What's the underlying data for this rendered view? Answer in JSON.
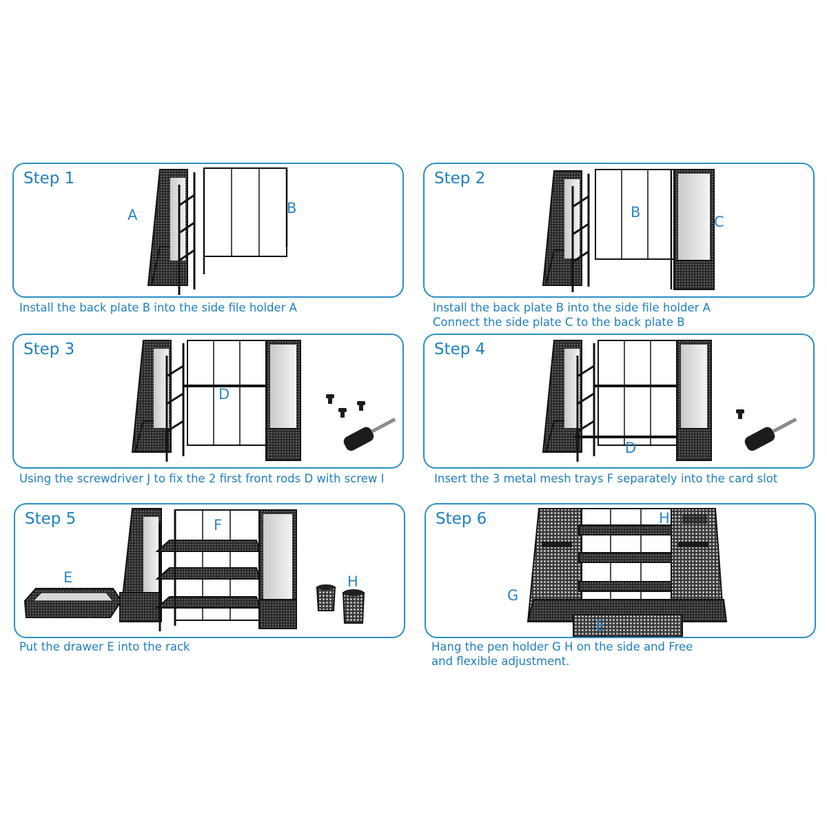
{
  "colors": {
    "accent": "#2a8fc7",
    "text": "#1f7fbf",
    "metal": "#1b1b1b"
  },
  "steps": [
    {
      "title": "Step 1",
      "caption": "Install the back plate B into the side file holder A",
      "labels": [
        "A",
        "B"
      ]
    },
    {
      "title": "Step 2",
      "caption": "Install the back plate B into the side file holder A\nConnect the side plate C to the back plate B",
      "labels": [
        "B",
        "C"
      ]
    },
    {
      "title": "Step 3",
      "caption": "Using the screwdriver J to fix the 2 first front rods D with screw I",
      "labels": [
        "D"
      ]
    },
    {
      "title": "Step 4",
      "caption": "Insert the 3 metal mesh trays F separately into the card slot",
      "labels": [
        "D"
      ]
    },
    {
      "title": "Step 5",
      "caption": "Put the drawer E into the rack",
      "labels": [
        "F",
        "E",
        "H"
      ]
    },
    {
      "title": "Step 6",
      "caption": "Hang  the pen holder G H on the side and Free\nand flexible adjustment.",
      "labels": [
        "H",
        "G",
        "E"
      ]
    }
  ]
}
